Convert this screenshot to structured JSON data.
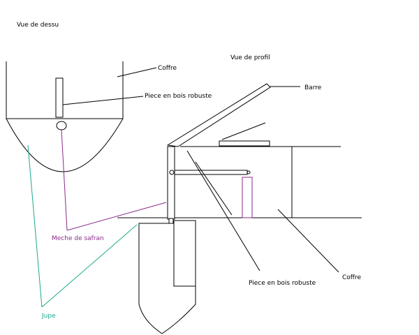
{
  "diagram": {
    "colors": {
      "ink": "#000000",
      "purple": "#8a2a8a",
      "teal": "#1aa88a",
      "background": "#ffffff"
    },
    "labels": {
      "top_view_title": "Vue de dessu",
      "profile_title": "Vue de profil",
      "coffre_top": "Coffre",
      "piece_top": "Piece en bois robuste",
      "barre": "Barre",
      "meche": "Meche de safran",
      "jupe": "Jupe",
      "piece_profile": "Piece en bois robuste",
      "coffre_profile": "Coffre"
    }
  }
}
